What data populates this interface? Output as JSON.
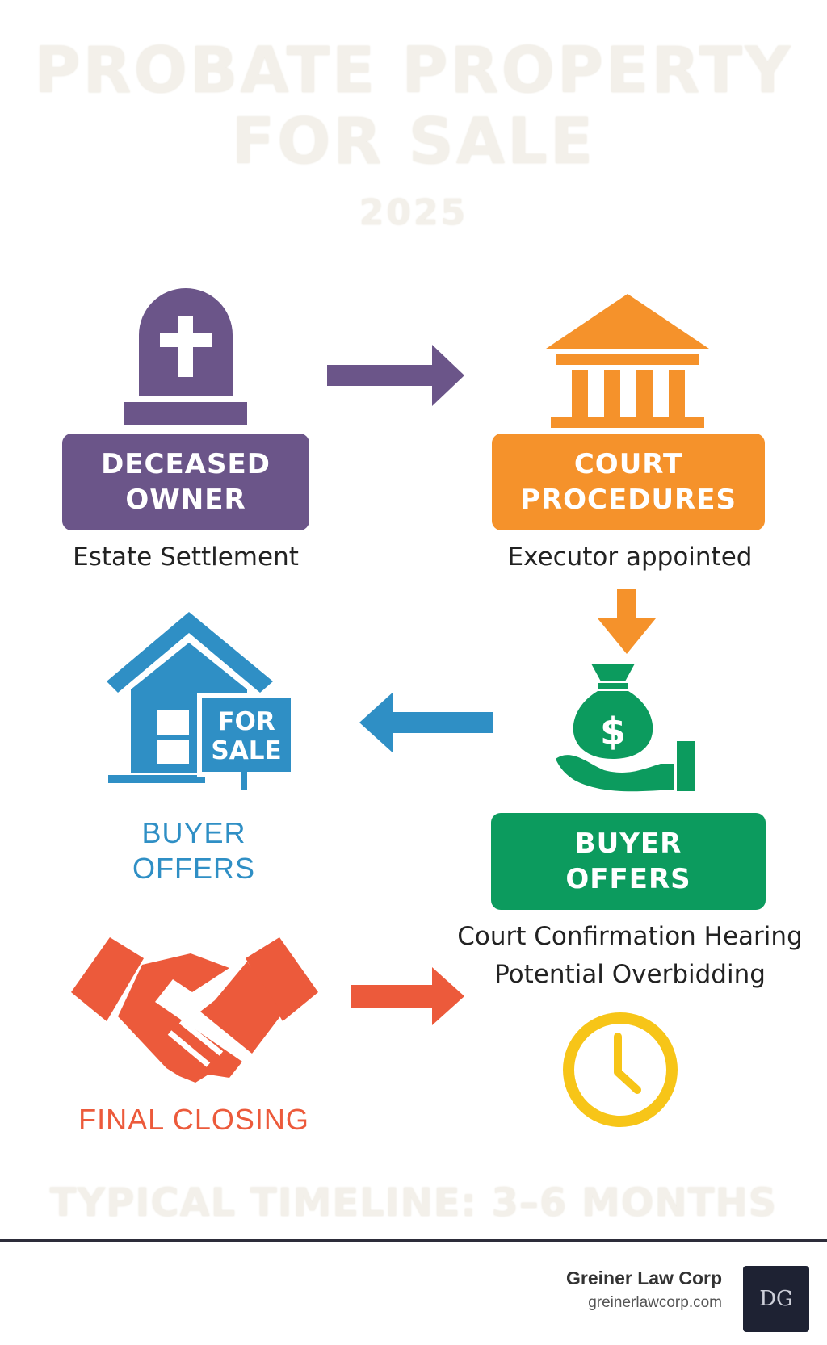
{
  "header": {
    "title_line1": "PROBATE PROPERTY",
    "title_line2": "FOR SALE",
    "year": "2025"
  },
  "steps": {
    "deceased": {
      "label_line1": "DECEASED",
      "label_line2": "OWNER",
      "caption": "Estate Settlement",
      "color": "#6b5589",
      "icon": "gravestone-icon"
    },
    "court": {
      "label_line1": "COURT",
      "label_line2": "PROCEDURES",
      "caption": "Executor appointed",
      "color": "#f5922b",
      "icon": "courthouse-icon"
    },
    "buyer_green": {
      "label_line1": "BUYER",
      "label_line2": "OFFERS",
      "caption_line1": "Court Confirmation Hearing",
      "caption_line2": "Potential Overbidding",
      "color": "#0c9b5e",
      "icon": "money-bag-hand-icon"
    },
    "buyer_blue": {
      "label_line1": "BUYER",
      "label_line2": "OFFERS",
      "sign_line1": "FOR",
      "sign_line2": "SALE",
      "color": "#2f8fc5",
      "icon": "house-for-sale-icon"
    },
    "final": {
      "label": "FINAL CLOSING",
      "color": "#ec5a3b",
      "icon": "handshake-icon"
    },
    "clock": {
      "color": "#f7c518",
      "icon": "clock-icon"
    }
  },
  "footer": {
    "timeline": "TYPICAL TIMELINE: 3–6 MONTHS",
    "brand_name": "Greiner Law Corp",
    "brand_url": "greinerlawcorp.com",
    "logo_text": "DG"
  }
}
